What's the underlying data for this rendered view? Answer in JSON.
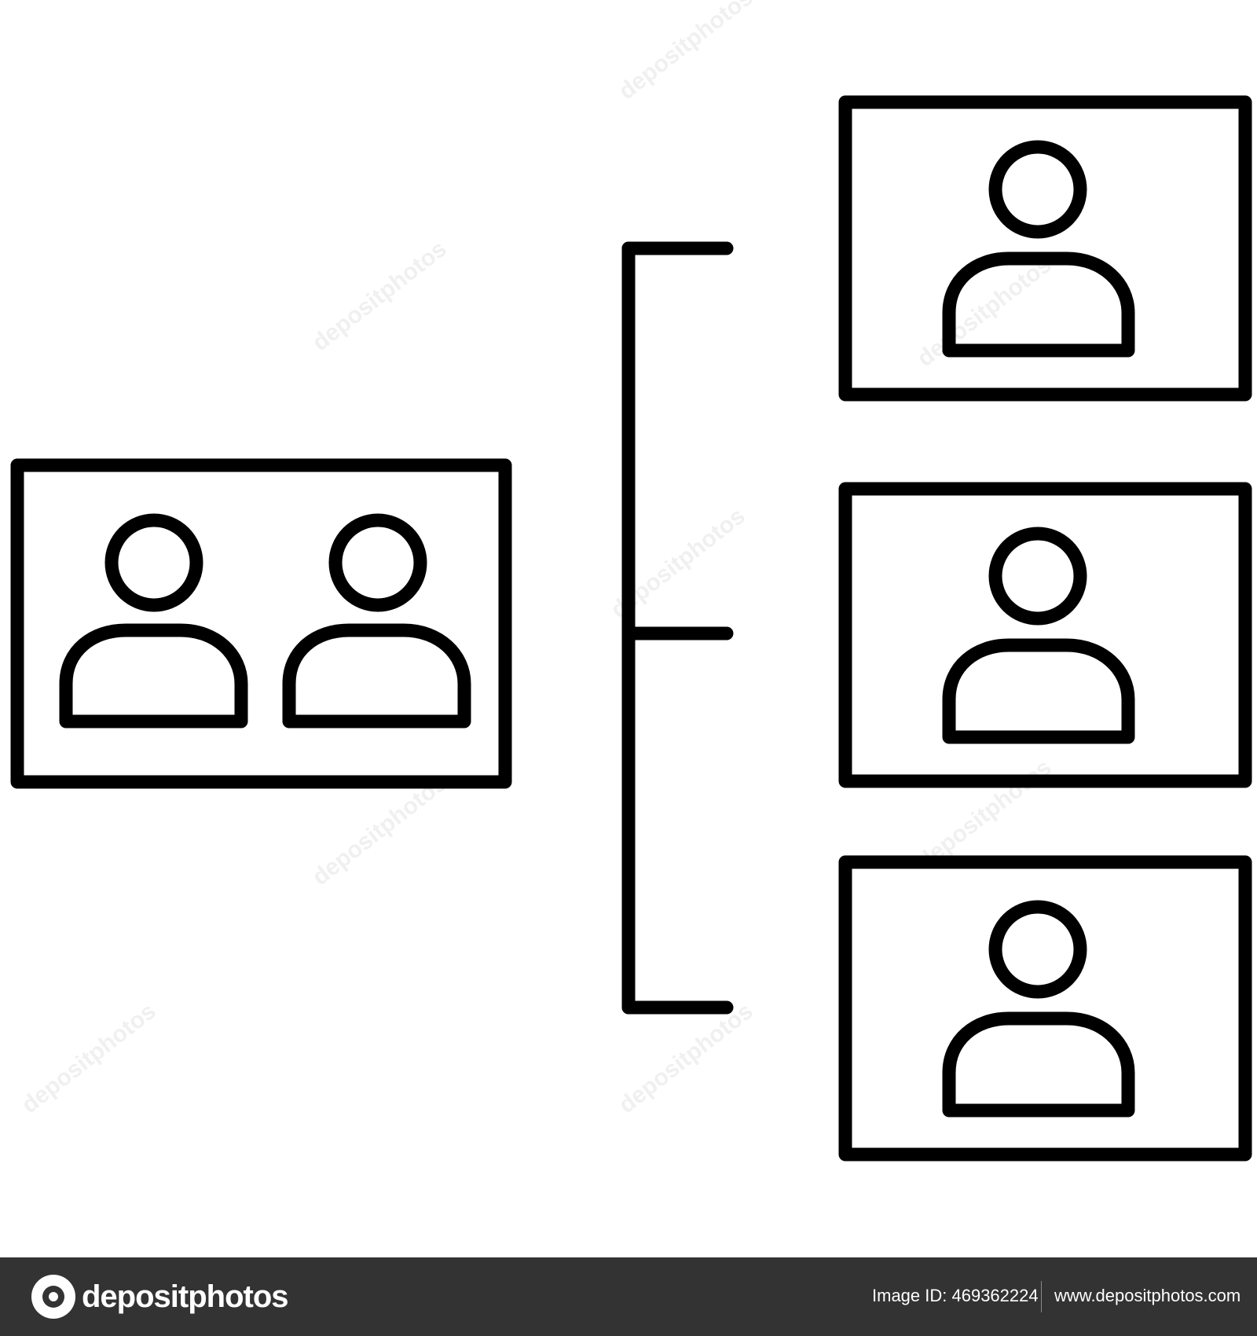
{
  "diagram": {
    "stroke_color": "#000000",
    "background_color": "#ffffff",
    "group_box": {
      "label": "group-of-two-people",
      "icons": [
        "person-icon",
        "person-icon"
      ]
    },
    "connector": {
      "type": "bracket",
      "branches": 3
    },
    "member_boxes": [
      {
        "icon": "person-icon"
      },
      {
        "icon": "person-icon"
      },
      {
        "icon": "person-icon"
      }
    ]
  },
  "watermark": {
    "text": "depositphotos"
  },
  "footer": {
    "background_color": "#333333",
    "brand_name": "depositphotos",
    "image_id_label": "Image ID:",
    "image_id": "469362224",
    "image_id_text": "Image ID: 469362224",
    "site_url": "www.depositphotos.com"
  }
}
